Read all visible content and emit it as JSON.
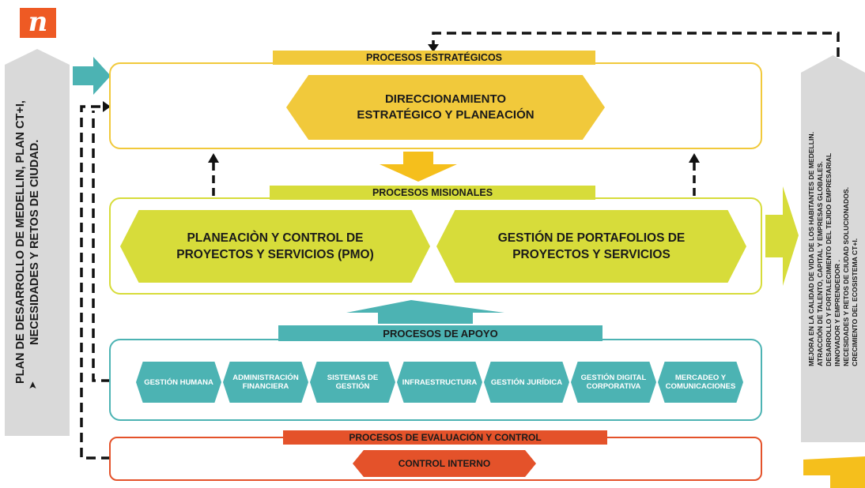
{
  "logo": {
    "letter": "n"
  },
  "left_panel": {
    "text": "PLAN DE DESARROLLO DE MEDELLIN, PLAN CT+I, NECESIDADES Y RETOS DE CIUDAD."
  },
  "right_panel": {
    "items": [
      "MEJORA EN LA CALIDAD DE VIDA DE LOS HABITANTES DE MEDELLIN.",
      "ATRACCIÓN DE TALENTO, CAPITAL Y EMPRESAS GLOBALES.",
      "DESARROLLO Y FORTALECIMIENTO DEL TEJIDO EMPRESARIAL",
      "INNOVADOR Y EMPRENDEDOR .",
      "NECESIDADES Y RETOS DE CIUDAD SOLUCIONADOS.",
      "CRECIMIENTO DEL ECOSISTEMA CT+I."
    ]
  },
  "strategic": {
    "title": "PROCESOS ESTRATÉGICOS",
    "item": "DIRECCIONAMIENTO ESTRATÉGICO Y PLANEACIÓN"
  },
  "missional": {
    "title": "PROCESOS MISIONALES",
    "item_left": "PLANEACIÒN Y CONTROL DE PROYECTOS Y SERVICIOS (PMO)",
    "item_right": "GESTIÓN DE PORTAFOLIOS DE PROYECTOS Y SERVICIOS"
  },
  "support": {
    "title": "PROCESOS DE APOYO",
    "items": [
      "GESTIÓN HUMANA",
      "ADMINISTRACIÓN FINANCIERA",
      "SISTEMAS DE GESTIÓN",
      "INFRAESTRUCTURA",
      "GESTIÓN JURÍDICA",
      "GESTIÓN DIGITAL CORPORATIVA",
      "MERCADEO Y COMUNICACIONES"
    ]
  },
  "evaluation": {
    "title": "PROCESOS DE EVALUACIÓN Y CONTROL",
    "item": "CONTROL INTERNO"
  },
  "colors": {
    "yellow": "#f1c93b",
    "lime": "#d7dc3a",
    "teal": "#4cb3b3",
    "orange": "#e4522a",
    "gray": "#d9d9d9"
  }
}
